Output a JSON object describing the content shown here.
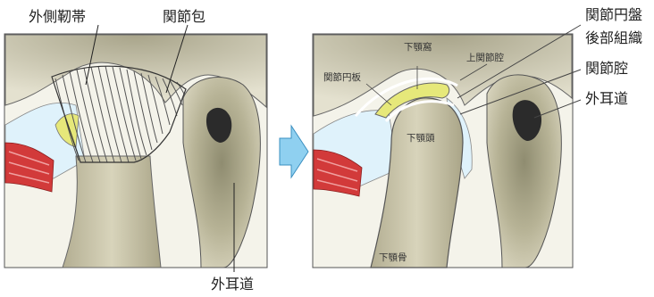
{
  "left_panel": {
    "labels": {
      "lateral_ligament": "外側靭帯",
      "joint_capsule": "関節包",
      "external_auditory_canal": "外耳道"
    }
  },
  "transition_arrow": {
    "icon": "right-arrow-icon",
    "color": "#8fd0f0"
  },
  "right_panel": {
    "labels": {
      "mandibular_fossa": "下顎窩",
      "upper_joint_cavity": "上関節腔",
      "articular_disc_plate": "関節円板",
      "mandibular_head": "下顎頭",
      "mandible": "下顎骨",
      "disc_posterior_tissue_line1": "関節円盤",
      "disc_posterior_tissue_line2": "後部組織",
      "joint_cavity": "関節腔",
      "external_auditory_canal": "外耳道"
    }
  },
  "colors": {
    "bone": "#c9c4a6",
    "disc": "#e6e87a",
    "muscle": "#d23a3a",
    "cavity": "#dff2fb",
    "canal": "#2b2b2b"
  }
}
